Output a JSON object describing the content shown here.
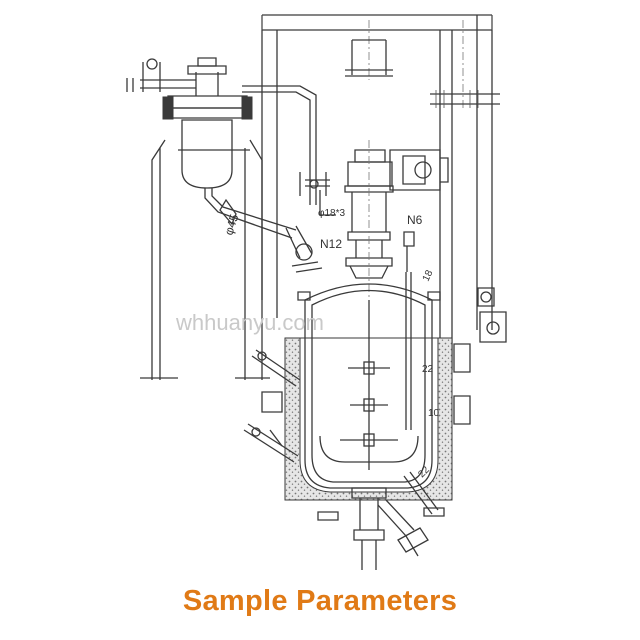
{
  "caption": "Sample Parameters",
  "watermark": "whhuanyu.com",
  "annotations": {
    "pipe_diameter": "φ45",
    "nozzle_n12": "N12",
    "nozzle_n6": "N6",
    "small_pipe": "φ18*3",
    "dim_18": "18",
    "dim_22a": "22",
    "dim_10": "10",
    "dim_22b": "22"
  },
  "colors": {
    "caption": "#e07a16",
    "line": "#3a3a3a",
    "watermark": "#c9c9c9"
  }
}
